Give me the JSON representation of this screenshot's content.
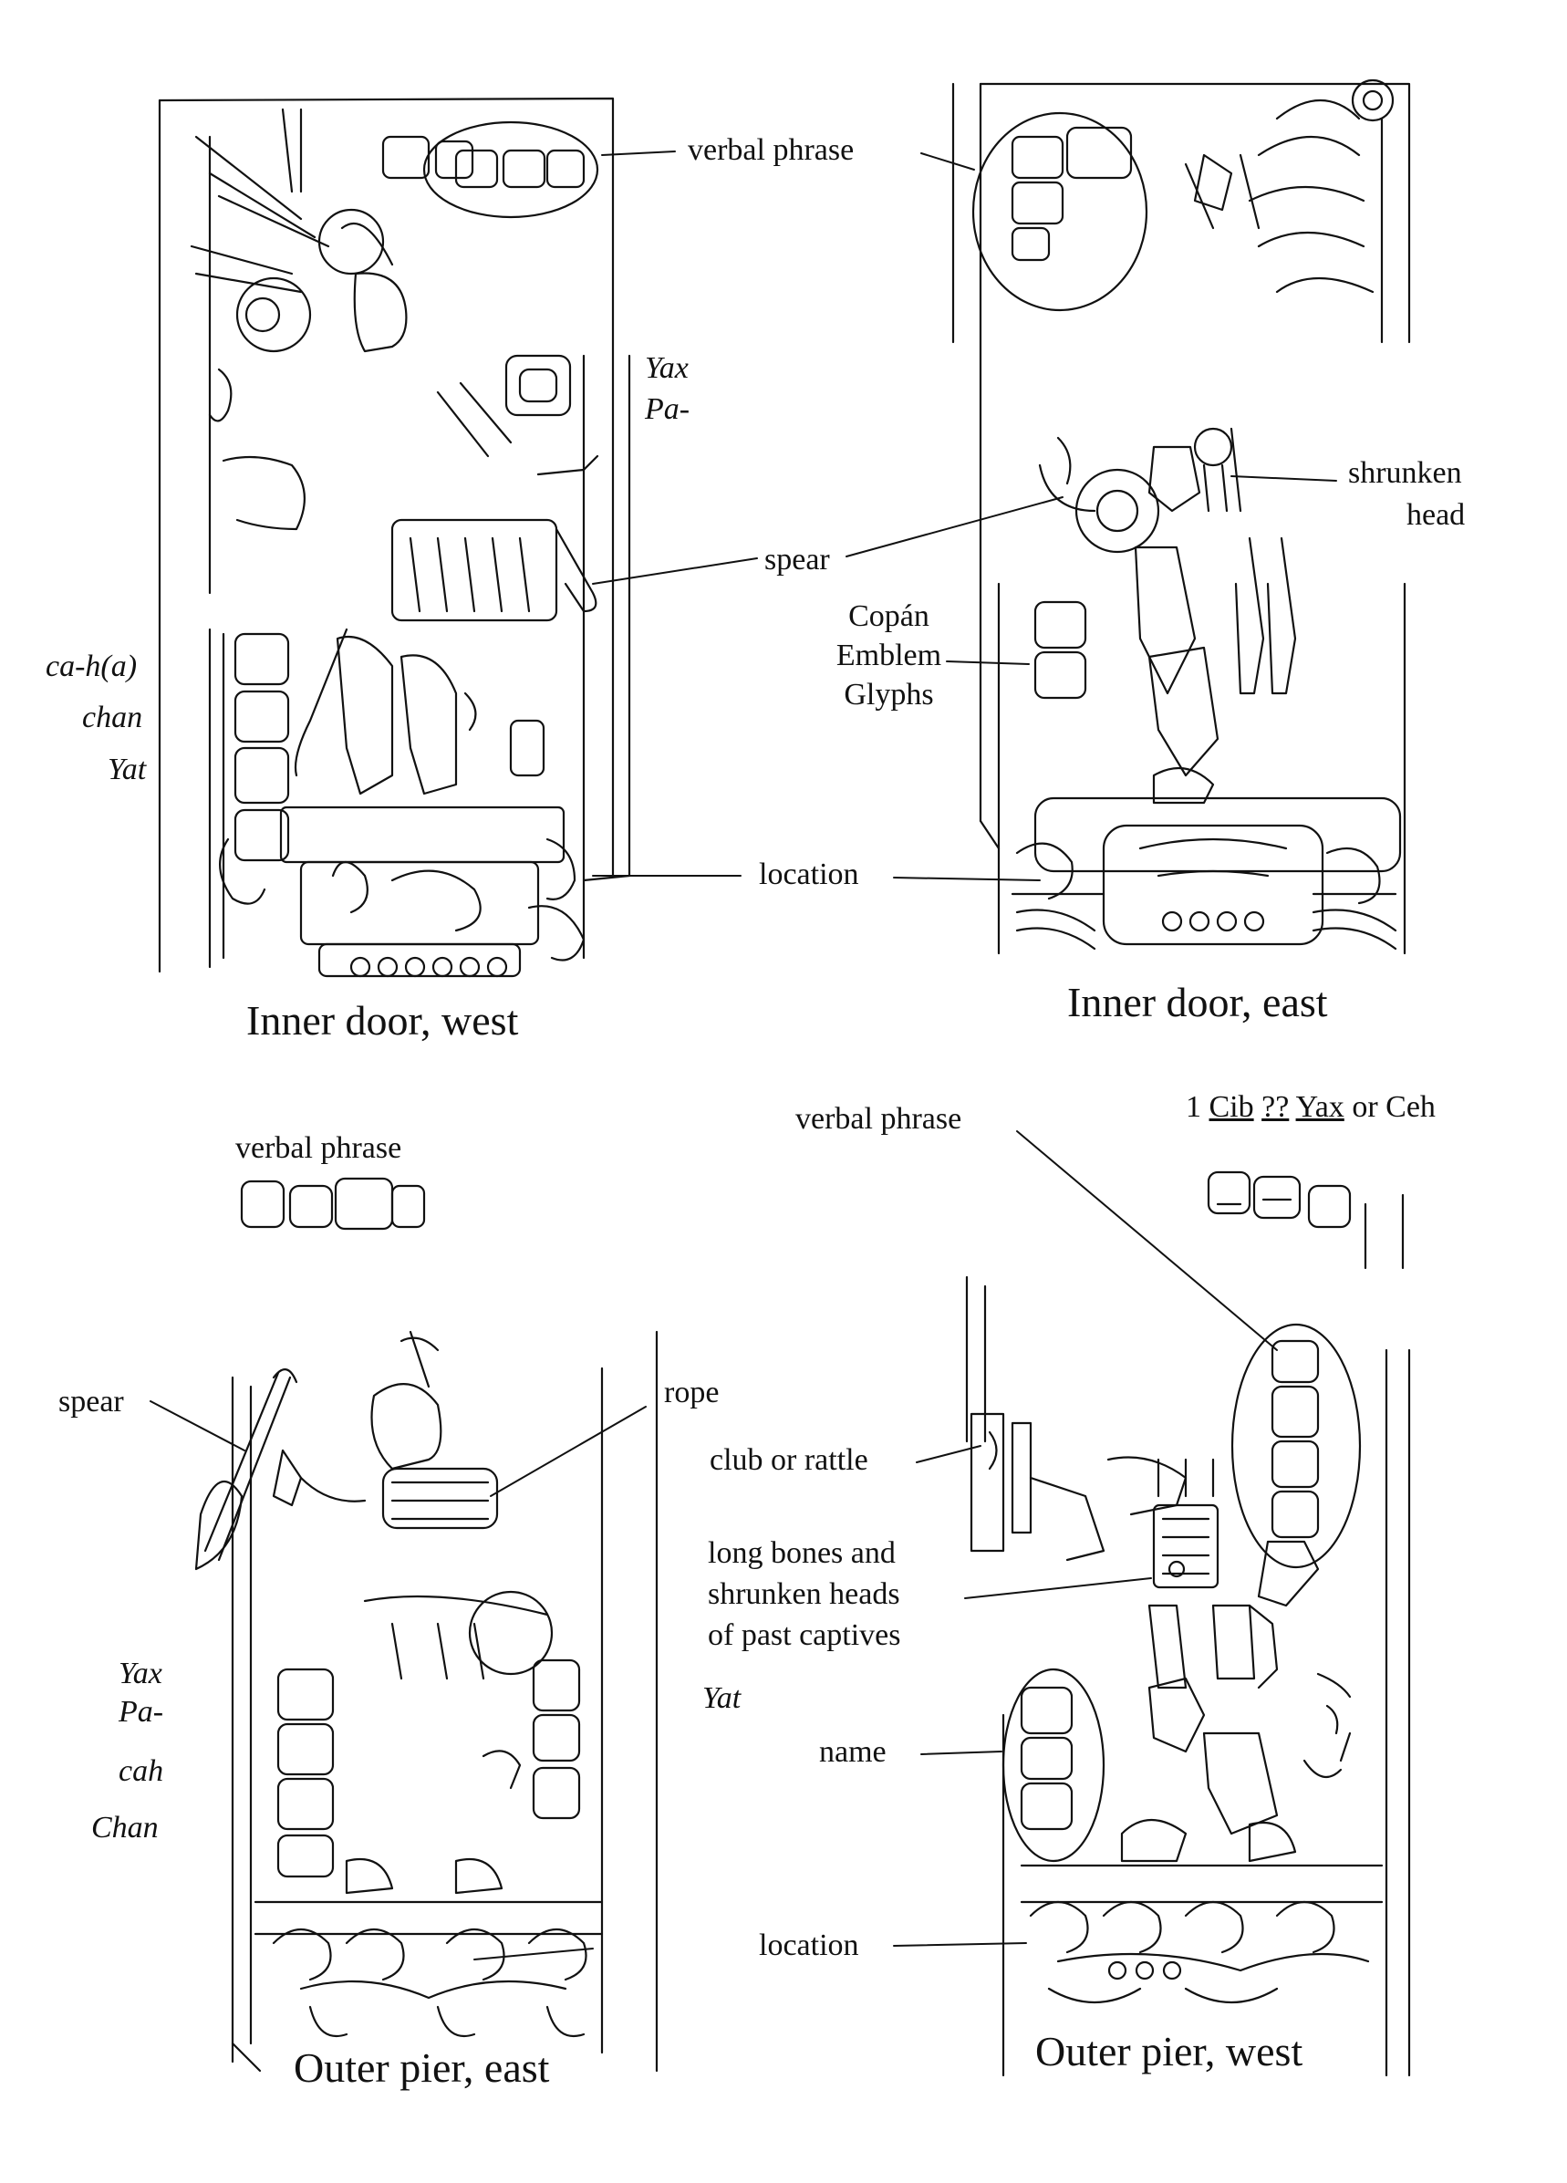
{
  "panels": {
    "inner_west": {
      "caption": "Inner door, west"
    },
    "inner_east": {
      "caption": "Inner door, east"
    },
    "outer_east": {
      "caption": "Outer pier, east"
    },
    "outer_west": {
      "caption": "Outer pier, west"
    }
  },
  "labels": {
    "verbal_phrase_top": "verbal phrase",
    "yax_pa_top_1": "Yax",
    "yax_pa_top_2": "Pa-",
    "shrunken_head_1": "shrunken",
    "shrunken_head_2": "head",
    "spear_top": "spear",
    "copan_1": "Copán",
    "copan_2": "Emblem",
    "copan_3": "Glyphs",
    "ca_h_a": "ca-h(a)",
    "chan_top": "chan",
    "yat_top": "Yat",
    "location_top": "location",
    "verbal_phrase_left": "verbal phrase",
    "verbal_phrase_right": "verbal phrase",
    "date_part_1": "1",
    "date_part_2": "Cib",
    "date_part_3": "??",
    "date_part_4": "Yax",
    "date_part_5": "or Ceh",
    "spear_bottom": "spear",
    "rope": "rope",
    "club_or_rattle": "club or rattle",
    "long_bones_1": "long bones and",
    "long_bones_2": "shrunken heads",
    "long_bones_3": "of past captives",
    "yax_bottom": "Yax",
    "pa_bottom": "Pa-",
    "cah_bottom": "cah",
    "chan_bottom": "Chan",
    "yat_bottom": "Yat",
    "name": "name",
    "location_bottom": "location"
  },
  "colors": {
    "ink": "#111111",
    "paper": "#ffffff"
  }
}
